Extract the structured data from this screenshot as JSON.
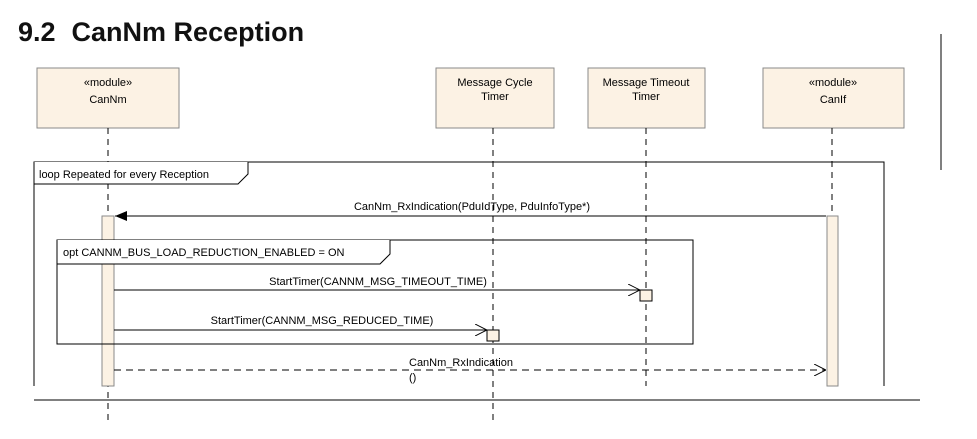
{
  "page": {
    "section_number": "9.2",
    "section_title": "CanNm Reception"
  },
  "lifelines": [
    {
      "id": "cannm",
      "stereotype": "«module»",
      "name": "CanNm"
    },
    {
      "id": "mct",
      "stereotype": "",
      "name_line1": "Message Cycle",
      "name_line2": "Timer"
    },
    {
      "id": "mtt",
      "stereotype": "",
      "name_line1": "Message Timeout",
      "name_line2": "Timer"
    },
    {
      "id": "canif",
      "stereotype": "«module»",
      "name": "CanIf"
    }
  ],
  "fragments": {
    "loop": {
      "label": "loop Repeated for every Reception"
    },
    "opt": {
      "label": "opt CANNM_BUS_LOAD_REDUCTION_ENABLED = ON"
    }
  },
  "messages": [
    {
      "label": "CanNm_RxIndication(PduIdType, PduInfoType*)",
      "from": "CanIf",
      "to": "CanNm",
      "kind": "synchronous"
    },
    {
      "label": "StartTimer(CANNM_MSG_TIMEOUT_TIME)",
      "from": "CanNm",
      "to": "Message Timeout Timer",
      "kind": "call"
    },
    {
      "label": "StartTimer(CANNM_MSG_REDUCED_TIME)",
      "from": "CanNm",
      "to": "Message Cycle Timer",
      "kind": "call"
    },
    {
      "label": "CanNm_RxIndication",
      "return_value": "()",
      "from": "CanNm",
      "to": "CanIf",
      "kind": "return"
    }
  ],
  "colors": {
    "lifeline_fill": "#fcf2e4",
    "lifeline_border": "#8a8a8a",
    "line": "#000000"
  }
}
